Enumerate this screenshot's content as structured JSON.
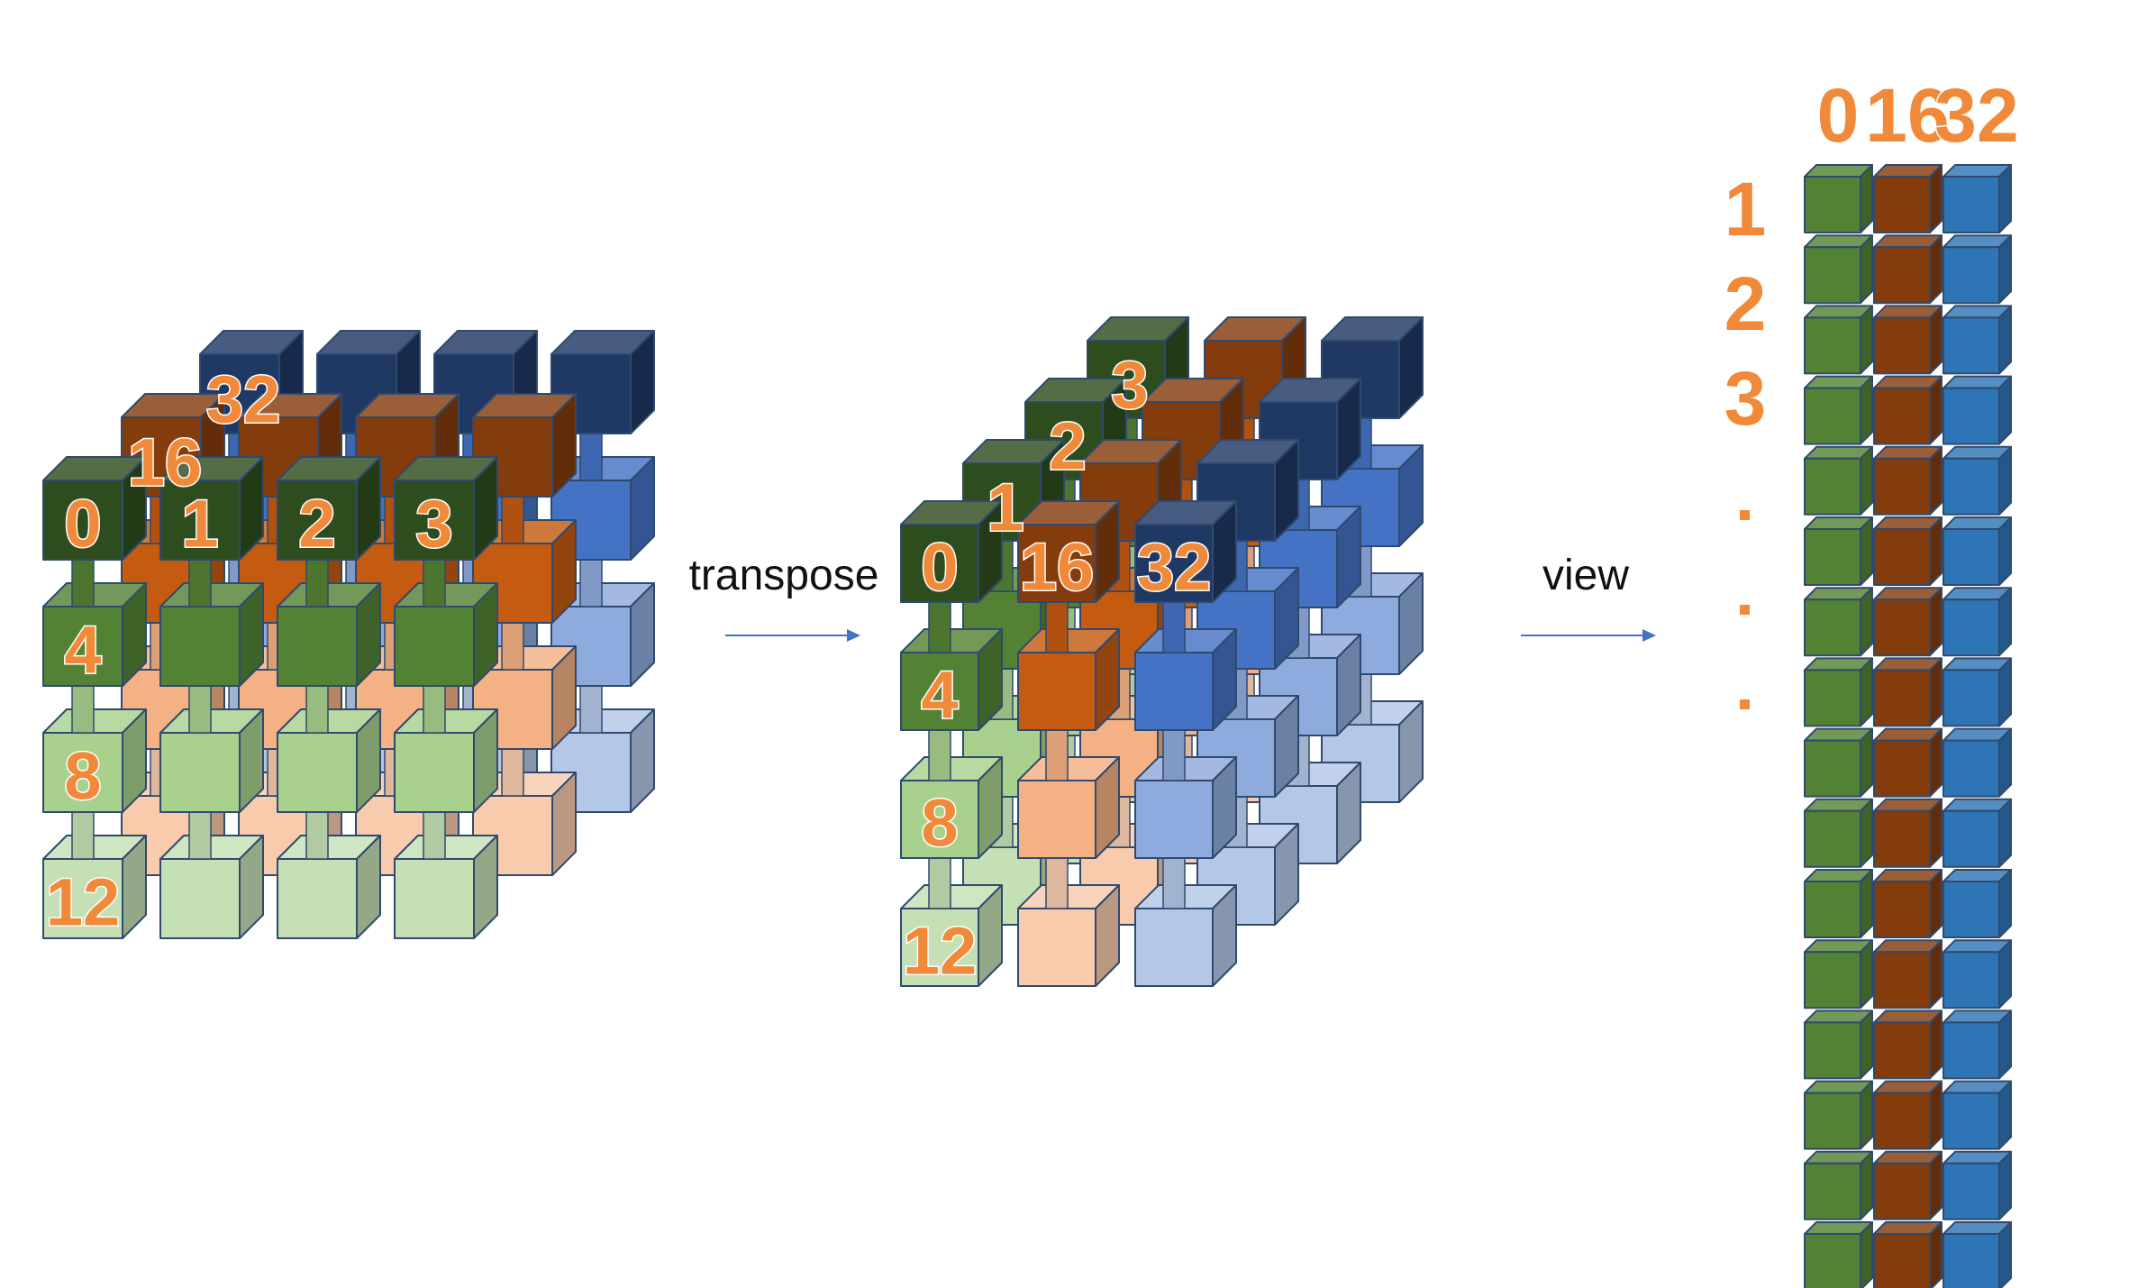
{
  "operations": {
    "transpose": "transpose",
    "view": "view"
  },
  "left_cube": {
    "front_row_labels": [
      "0",
      "1",
      "2",
      "3"
    ],
    "left_column_labels": [
      "4",
      "8",
      "12"
    ],
    "depth_labels": [
      "16",
      "32"
    ]
  },
  "middle_cube": {
    "front_row_labels": [
      "0",
      "16",
      "32"
    ],
    "left_column_labels": [
      "4",
      "8",
      "12"
    ],
    "depth_labels": [
      "1",
      "2",
      "3"
    ]
  },
  "result_grid": {
    "column_labels": [
      "0",
      "16",
      "32"
    ],
    "row_labels": [
      "1",
      "2",
      "3"
    ],
    "ellipsis_dots": [
      ".",
      ".",
      "."
    ],
    "row_count": 16
  },
  "colors": {
    "green": [
      "#2E4D1F",
      "#548235",
      "#A9D18E",
      "#C5E0B4"
    ],
    "orange": [
      "#843C0C",
      "#C55A11",
      "#F4B183",
      "#F8CBAD"
    ],
    "blue": [
      "#1F3864",
      "#4472C4",
      "#8FAADC",
      "#B4C7E7"
    ],
    "result_blue": "#2E75B6",
    "label_orange": "#F08A3A",
    "arrow": "#4472C4"
  }
}
